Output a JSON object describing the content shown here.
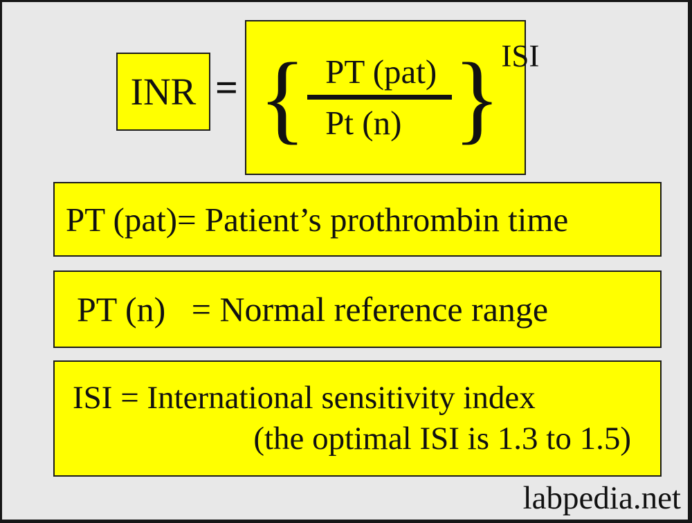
{
  "page": {
    "background_color": "#e8e8e8",
    "frame_border_color": "#161616",
    "box_fill_color": "#ffff00",
    "box_border_color": "#1a1a1a",
    "text_color": "#111111"
  },
  "formula": {
    "lhs": "INR",
    "equals_sign": "=",
    "open_brace": "{",
    "close_brace": "}",
    "numerator": "PT (pat)",
    "denominator": "Pt (n)",
    "exponent": "ISI"
  },
  "definitions": {
    "pt_pat": "PT (pat)= Patient’s prothrombin time",
    "pt_n": "PT (n)   = Normal reference range",
    "isi_line1": "ISI = International sensitivity index",
    "isi_line2": "(the optimal ISI is 1.3 to 1.5)"
  },
  "watermark": {
    "text": "labpedia.net",
    "color": "#111111"
  }
}
